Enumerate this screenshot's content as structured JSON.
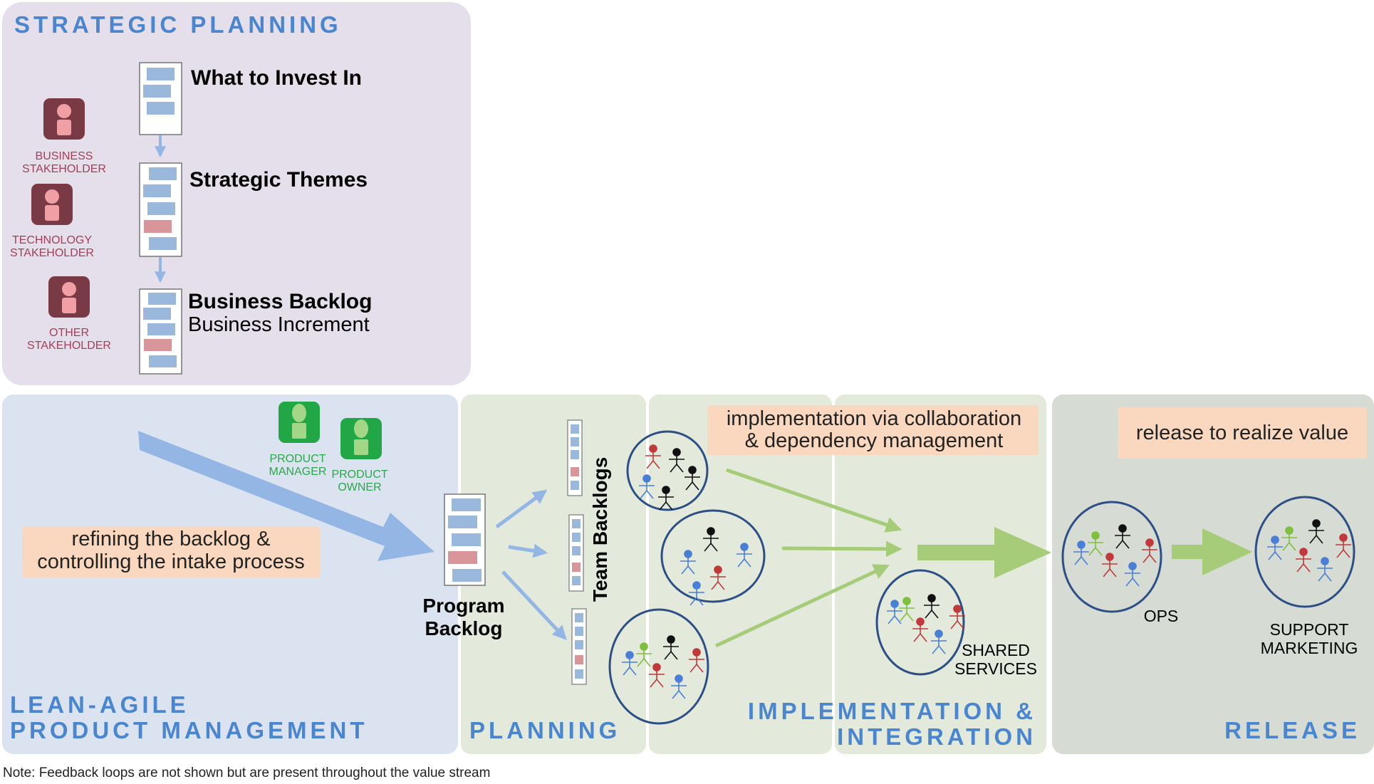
{
  "strategic_planning": {
    "title": "STRATEGIC PLANNING",
    "docs": [
      {
        "title": "What to Invest In",
        "subtitle": ""
      },
      {
        "title": "Strategic Themes",
        "subtitle": ""
      },
      {
        "title": "Business Backlog",
        "subtitle": "Business Increment"
      }
    ],
    "roles": [
      {
        "line1": "BUSINESS",
        "line2": "STAKEHOLDER"
      },
      {
        "line1": "TECHNOLOGY",
        "line2": "STAKEHOLDER"
      },
      {
        "line1": "OTHER",
        "line2": "STAKEHOLDER"
      }
    ]
  },
  "product_management": {
    "title_line1": "LEAN-AGILE",
    "title_line2": "PRODUCT MANAGEMENT",
    "callout_line1": "refining the backlog &",
    "callout_line2": "controlling the intake process",
    "roles": [
      {
        "line1": "PRODUCT",
        "line2": "MANAGER"
      },
      {
        "line1": "PRODUCT",
        "line2": "OWNER"
      }
    ]
  },
  "planning": {
    "title": "PLANNING",
    "program_backlog_line1": "Program",
    "program_backlog_line2": "Backlog",
    "team_backlogs": "Team Backlogs"
  },
  "implementation": {
    "title_line1": "IMPLEMENTATION &",
    "title_line2": "INTEGRATION",
    "callout_line1": "implementation via collaboration",
    "callout_line2": "& dependency management",
    "shared_line1": "SHARED",
    "shared_line2": "SERVICES"
  },
  "release": {
    "title": "RELEASE",
    "callout": "release to realize value",
    "ops": "OPS",
    "support_line1": "SUPPORT",
    "support_line2": "MARKETING"
  },
  "note": "Note: Feedback loops are not shown but are present throughout the value stream",
  "colors": {
    "strategic_bg": "#e4dfea",
    "pm_bg": "#dae3ef",
    "planning_bg": "#e3eadb",
    "release_bg": "#d6dbd3",
    "title_blue": "#4a86cf",
    "callout_bg": "#fad8bf",
    "backlog_blue": "#9ab7dc",
    "backlog_red": "#d9969a",
    "arrow_blue": "#93b6e4",
    "arrow_green": "#a6cc7a",
    "team_circle": "#2d4f86"
  },
  "icons": [
    "stakeholder-icon",
    "product-role-icon",
    "stick-figure-icon"
  ]
}
